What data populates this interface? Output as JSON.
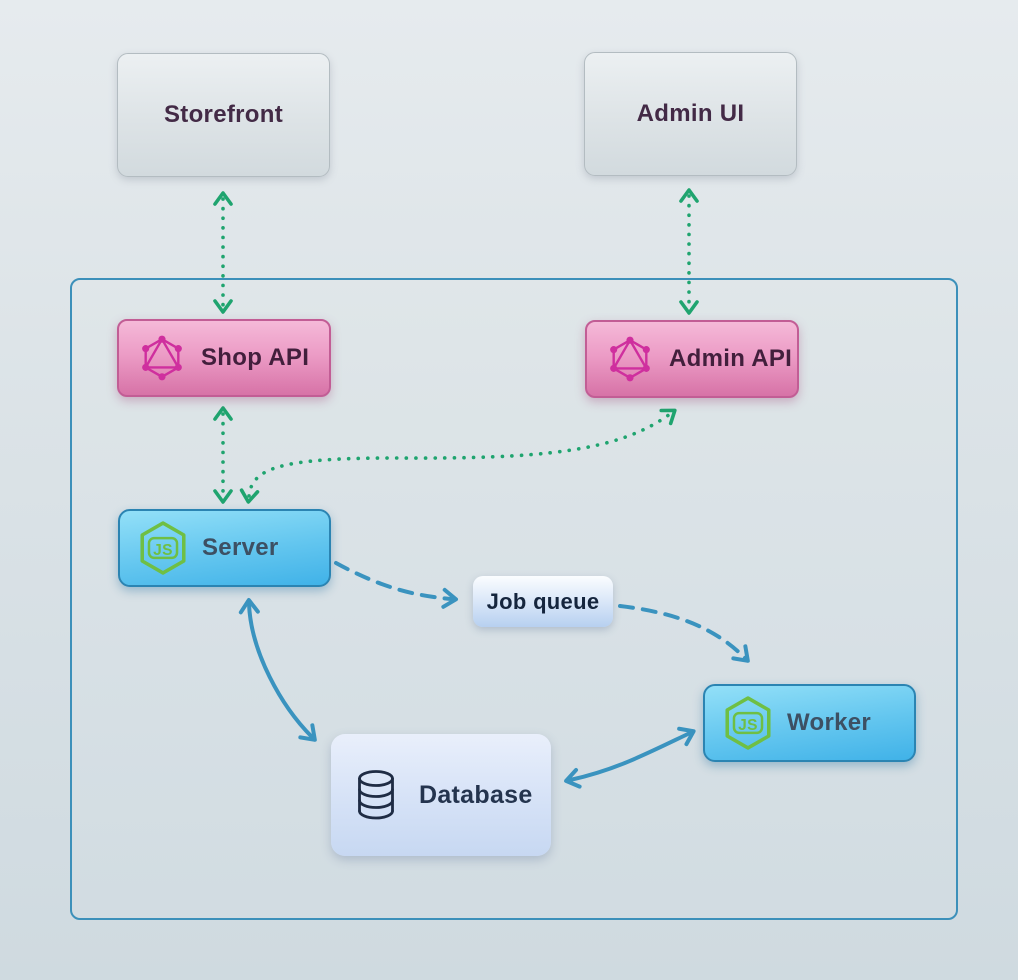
{
  "diagram": {
    "title": "",
    "nodes": {
      "storefront": {
        "label": "Storefront",
        "kind": "external-client"
      },
      "admin_ui": {
        "label": "Admin UI",
        "kind": "external-client"
      },
      "shop_api": {
        "label": "Shop API",
        "kind": "graphql-api",
        "icon": "graphql-icon"
      },
      "admin_api": {
        "label": "Admin API",
        "kind": "graphql-api",
        "icon": "graphql-icon"
      },
      "server": {
        "label": "Server",
        "kind": "nodejs-service",
        "icon": "nodejs-icon"
      },
      "job_queue": {
        "label": "Job queue",
        "kind": "queue"
      },
      "worker": {
        "label": "Worker",
        "kind": "nodejs-service",
        "icon": "nodejs-icon"
      },
      "database": {
        "label": "Database",
        "kind": "datastore",
        "icon": "database-icon"
      }
    },
    "edges": [
      {
        "from": "storefront",
        "to": "shop_api",
        "line": "dotted",
        "arrows": "both",
        "color": "green"
      },
      {
        "from": "admin_ui",
        "to": "admin_api",
        "line": "dotted",
        "arrows": "both",
        "color": "green"
      },
      {
        "from": "shop_api",
        "to": "server",
        "line": "dotted",
        "arrows": "both",
        "color": "green"
      },
      {
        "from": "server",
        "to": "admin_api",
        "line": "dotted",
        "arrows": "both",
        "color": "green"
      },
      {
        "from": "server",
        "to": "job_queue",
        "line": "dashed",
        "arrows": "end",
        "color": "blue"
      },
      {
        "from": "job_queue",
        "to": "worker",
        "line": "dashed",
        "arrows": "end",
        "color": "blue"
      },
      {
        "from": "server",
        "to": "database",
        "line": "solid",
        "arrows": "both",
        "color": "blue"
      },
      {
        "from": "database",
        "to": "worker",
        "line": "solid",
        "arrows": "both",
        "color": "blue"
      }
    ],
    "colors": {
      "arrow_green": "#1fa46f",
      "arrow_blue": "#3a93bf",
      "boundary_border": "#3c90ba",
      "graphql_magenta": "#cf2f9e",
      "nodejs_green": "#6fbf44",
      "pink_box_border": "#c25d95",
      "blue_box_border": "#2b84b2",
      "client_text": "#432a46",
      "service_text": "#3d5063",
      "data_text": "#24344e"
    }
  }
}
